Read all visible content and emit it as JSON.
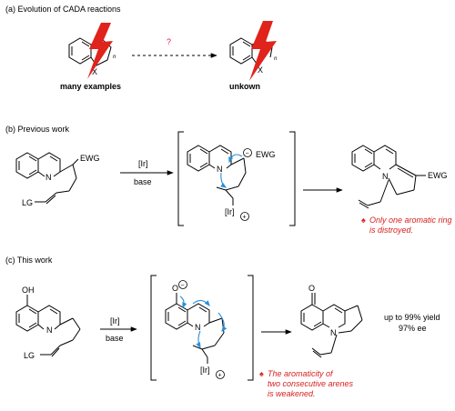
{
  "colors": {
    "text": "#000000",
    "bolt": "#e0231b",
    "annotation": "#d6201e",
    "question_mark": "#e0106e",
    "curved_arrows": "#2a8fd8"
  },
  "section_a": {
    "title": "(a) Evolution of CADA reactions",
    "question_mark": "?",
    "left_label": "many examples",
    "right_label": "unkown",
    "atom_x_left": "X",
    "atom_x_right": "X",
    "subscript_n": "n"
  },
  "section_b": {
    "title": "(b) Previous work",
    "reactant": {
      "n_atom": "N",
      "ewg": "EWG",
      "lg": "LG"
    },
    "conditions": {
      "catalyst": "[Ir]",
      "additive": "base"
    },
    "intermediate": {
      "n_atom": "N",
      "ewg": "EWG",
      "minus": "−",
      "metal": "[Ir]",
      "plus": "+"
    },
    "product": {
      "n_atom": "N",
      "ewg": "EWG"
    },
    "note_symbol": "♠",
    "note_lines": [
      "Only one aromatic ring",
      "is distroyed."
    ]
  },
  "section_c": {
    "title": "(c) This work",
    "reactant": {
      "oh": "OH",
      "n_atom": "N",
      "lg": "LG"
    },
    "conditions": {
      "catalyst": "[Ir]",
      "additive": "base"
    },
    "intermediate": {
      "o_minus": "O",
      "minus": "−",
      "n_atom": "N",
      "metal": "[Ir]",
      "plus": "+"
    },
    "product": {
      "o_atom": "O",
      "n_atom": "N"
    },
    "note_symbol": "♠",
    "note_lines": [
      "The aromaticity of",
      "two consecutive arenes",
      "is weakened."
    ],
    "result_lines": [
      "up to 99% yield",
      "97% ee"
    ]
  }
}
